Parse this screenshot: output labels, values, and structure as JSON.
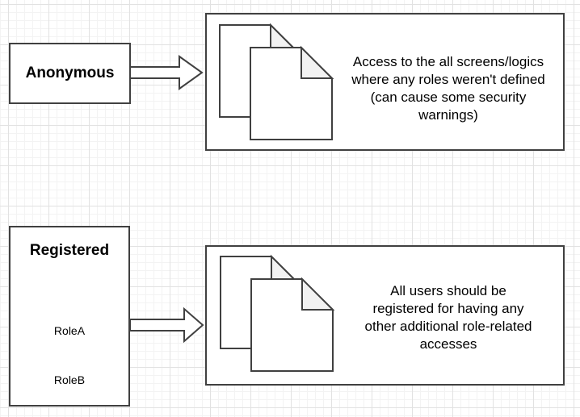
{
  "colors": {
    "stroke": "#404040",
    "shape_fill": "#ffffff",
    "fold_fill": "#f2f2f2",
    "grid_minor": "#f3f3f3",
    "grid_major": "#e2e2e2",
    "text": "#000000"
  },
  "shapes": {
    "anonymous": {
      "label": "Anonymous"
    },
    "registered": {
      "label": "Registered",
      "roles": [
        "RoleA",
        "RoleB"
      ]
    },
    "anonymous_access": {
      "text": "Access to the all screens/logics where any roles weren't defined (can cause some security warnings)",
      "lines": [
        "Access to the all screens/logics",
        "where any roles weren't defined",
        "(can cause some security",
        "warnings)"
      ]
    },
    "registered_access": {
      "text": "All users should be registered for having any other additional role-related accesses",
      "lines": [
        "All users should be",
        "registered for having any",
        "other additional role-related",
        "accesses"
      ]
    },
    "icons": {
      "top": "documents-icon",
      "bottom": "documents-icon"
    },
    "connectors": {
      "top": "anonymous-to-access-arrow",
      "bottom": "registered-to-access-arrow"
    }
  }
}
